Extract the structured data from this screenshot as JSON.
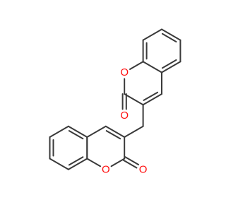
{
  "molecule": {
    "atoms": {
      "o_ring_top": "O",
      "o_carbonyl_top": "O",
      "o_ring_bottom": "O",
      "o_carbonyl_bottom": "O"
    },
    "colors": {
      "bond": "#3a3a3a",
      "oxygen": "#ff0d0d",
      "background": "#ffffff"
    }
  }
}
